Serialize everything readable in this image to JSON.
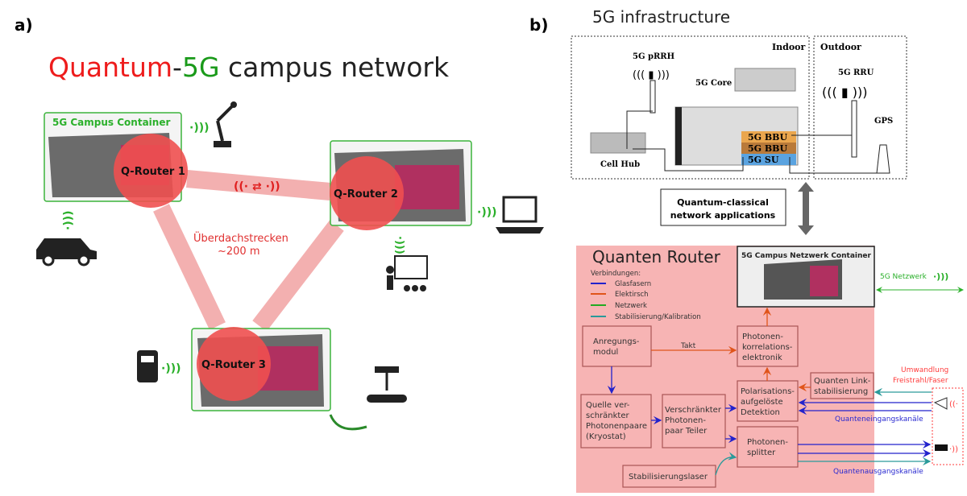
{
  "panel_a": {
    "label": "a)",
    "title": {
      "part1": "Quantum",
      "part2": "-",
      "part3": "5G",
      "part4": " campus network"
    },
    "container_label": "5G Campus Container",
    "routers": [
      "Q-Router 1",
      "Q-Router 2",
      "Q-Router 3"
    ],
    "link_label_line1": "Überdachstrecken",
    "link_label_line2": "~200 m",
    "icons": [
      "robot-arm-icon",
      "car-icon",
      "laptop-icon",
      "presenter-icon",
      "phone-icon",
      "conveyor-icon",
      "wireless-icon"
    ]
  },
  "panel_b": {
    "label": "b)",
    "infra_title": "5G infrastructure",
    "indoor": "Indoor",
    "outdoor": "Outdoor",
    "prrh": "5G pRRH",
    "core": "5G Core",
    "bbu1": "5G BBU",
    "bbu2": "5G BBU",
    "su": "5G SU",
    "cell_hub": "Cell Hub",
    "rru": "5G RRU",
    "gps": "GPS",
    "apps_line1": "Quantum-classical",
    "apps_line2": "network applications",
    "router_title": "Quanten Router",
    "legend_title": "Verbindungen:",
    "legend": [
      {
        "label": "Glasfasern",
        "color": "#2222cc"
      },
      {
        "label": "Elektirsch",
        "color": "#e0541a"
      },
      {
        "label": "Netzwerk",
        "color": "#22aa22"
      },
      {
        "label": "Stabilisierung/Kalibration",
        "color": "#2a9a9a"
      }
    ],
    "container_title": "5G Campus Netzwerk Container",
    "network_label": "5G Netzwerk",
    "boxes": {
      "anregung": [
        "Anregungs-",
        "modul"
      ],
      "korrelation": [
        "Photonen-",
        "korrelations-",
        "elektronik"
      ],
      "link_stab": [
        "Quanten Link-",
        "stabilisierung"
      ],
      "polarisation": [
        "Polarisations-",
        "aufgelöste",
        "Detektion"
      ],
      "quelle": [
        "Quelle ver-",
        "schränkter",
        "Photonenpaare",
        "(Kryostat)"
      ],
      "teiler": [
        "Verschränkter",
        "Photonen-",
        "paar Teiler"
      ],
      "splitter": [
        "Photonen-",
        "splitter"
      ],
      "laser": [
        "Stabilisierungslaser"
      ]
    },
    "takt": "Takt",
    "conversion_line1": "Umwandlung",
    "conversion_line2": "Freistrahl/Faser",
    "input_channels": "Quanteneingangskanäle",
    "output_channels": "Quantenausgangskanäle",
    "colors": {
      "pink": "#f7b4b4",
      "router": "#f05050",
      "green": "#2bb02b",
      "blue": "#2222cc",
      "orange": "#e0541a",
      "teal": "#2a9a9a"
    }
  }
}
